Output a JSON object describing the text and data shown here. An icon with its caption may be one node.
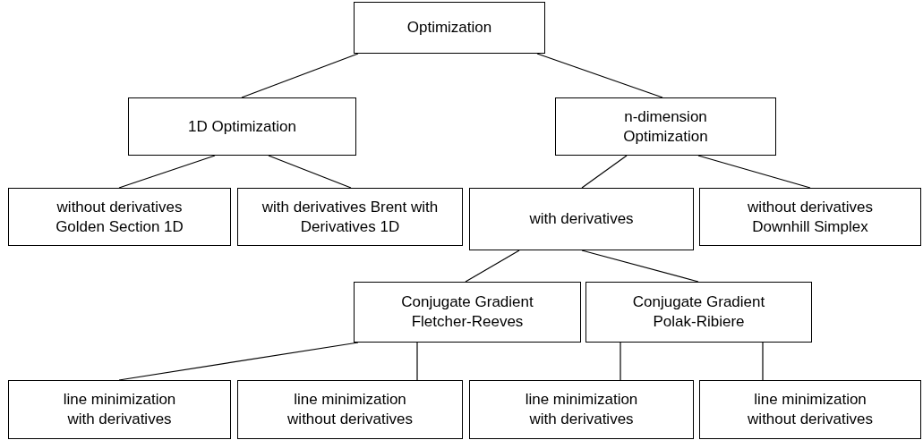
{
  "diagram": {
    "nodes": [
      {
        "text": [
          "Optimization"
        ]
      },
      {
        "text": [
          "1D Optimization"
        ]
      },
      {
        "text": [
          "n-dimension Optimization"
        ]
      },
      {
        "text": [
          "without derivatives Golden Section 1D"
        ]
      },
      {
        "text": [
          "with derivatives Brent with Derivatives 1D"
        ]
      },
      {
        "text": [
          "with derivatives"
        ]
      },
      {
        "text": [
          "without derivatives Downhill Simplex"
        ]
      },
      {
        "text": [
          "Conjugate Gradient Fletcher-Reeves"
        ]
      },
      {
        "text": [
          "Conjugate Gradient Polak-Ribiere"
        ]
      },
      {
        "text": [
          "line minimization with derivatives"
        ]
      },
      {
        "text": [
          "line minimization without derivatives"
        ]
      },
      {
        "text": [
          "line minimization with derivatives"
        ]
      },
      {
        "text": [
          "line minimization without derivatives"
        ]
      }
    ],
    "edges": [
      {
        "from": 0,
        "to": 1,
        "arrow": "none"
      },
      {
        "from": 0,
        "to": 2,
        "arrow": "none"
      },
      {
        "from": 1,
        "to": 3,
        "arrow": "none"
      },
      {
        "from": 1,
        "to": 4,
        "arrow": "none"
      },
      {
        "from": 2,
        "to": 5,
        "arrow": "none"
      },
      {
        "from": 2,
        "to": 6,
        "arrow": "none"
      },
      {
        "from": 5,
        "to": 7,
        "arrow": "none"
      },
      {
        "from": 5,
        "to": 8,
        "arrow": "none"
      },
      {
        "from": 7,
        "to": 9,
        "arrow": "none"
      },
      {
        "from": 7,
        "to": 10,
        "arrow": "none"
      },
      {
        "from": 8,
        "to": 11,
        "arrow": "none"
      },
      {
        "from": 8,
        "to": 12,
        "arrow": "none"
      }
    ]
  }
}
